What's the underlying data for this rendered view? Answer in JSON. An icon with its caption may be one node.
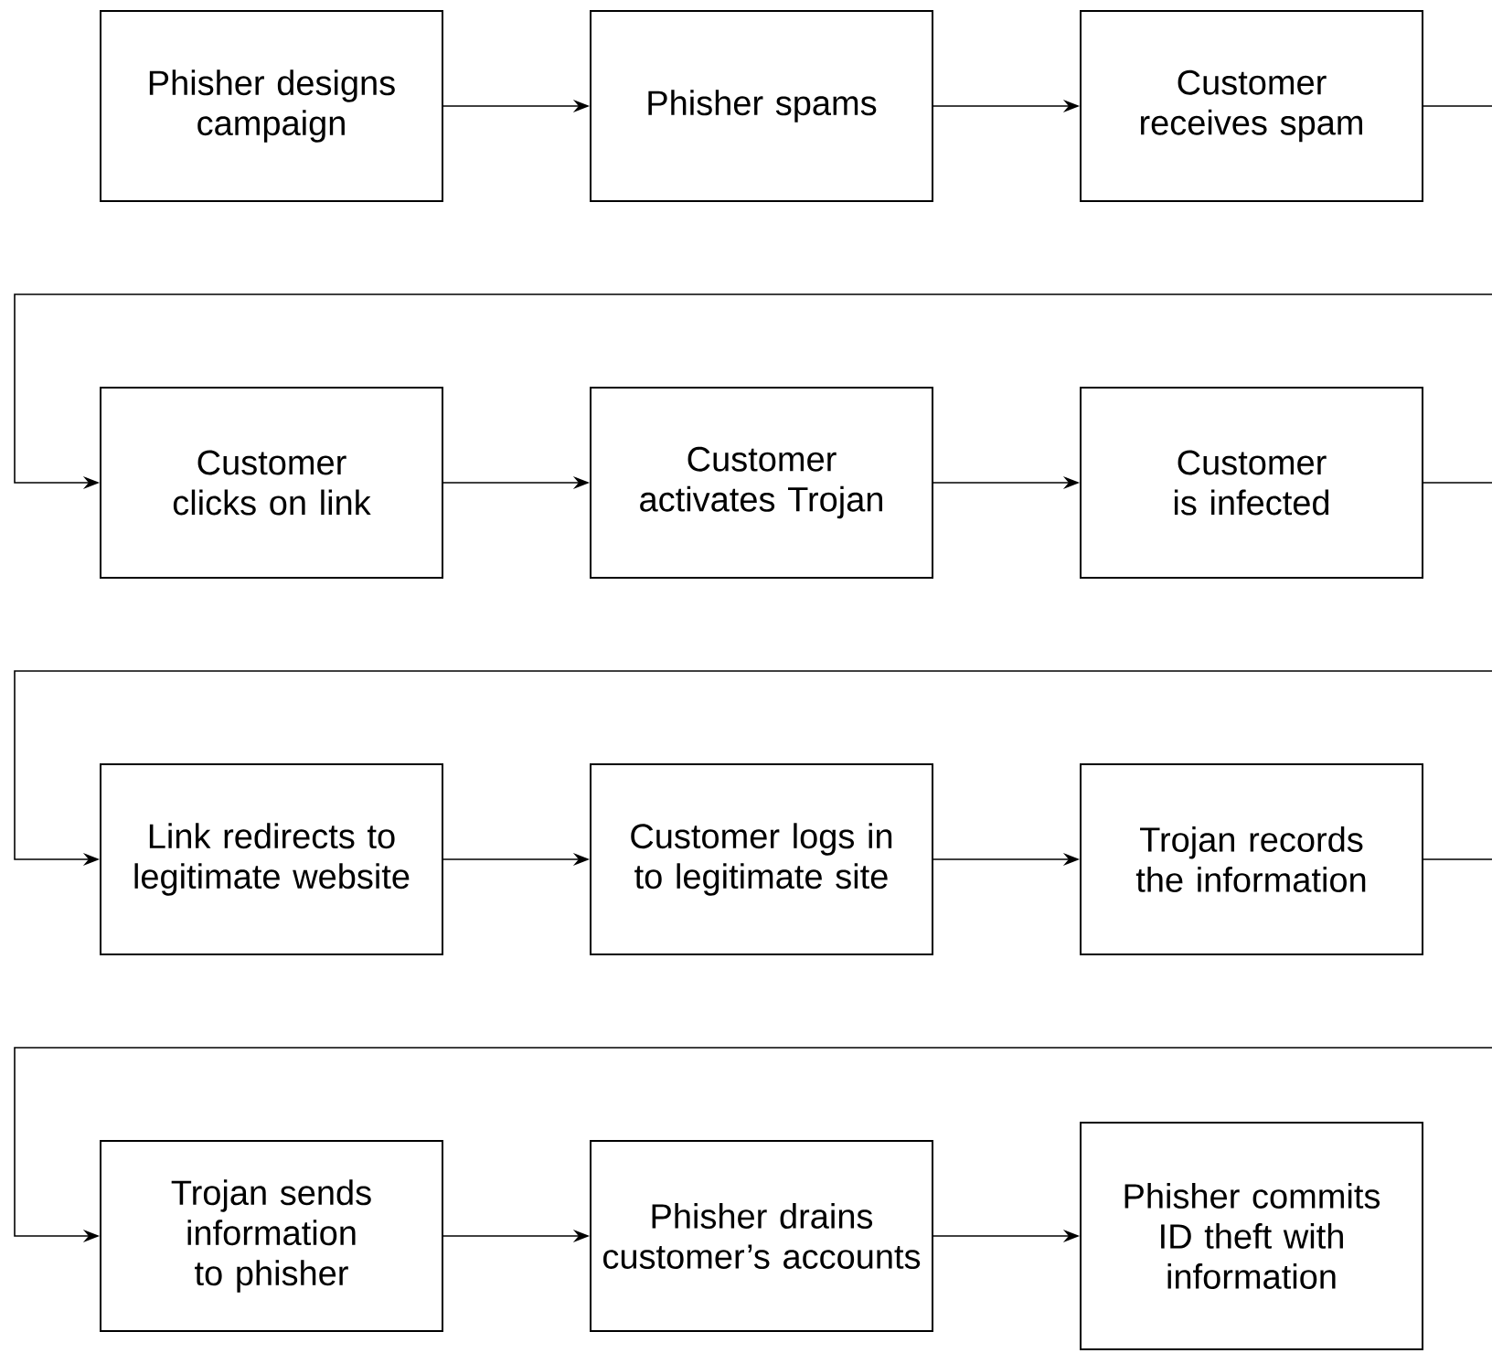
{
  "diagram": {
    "nodes": [
      {
        "text": [
          "Phisher designs campaign"
        ]
      },
      {
        "text": [
          "Phisher spams"
        ]
      },
      {
        "text": [
          "Customer receives spam"
        ]
      },
      {
        "text": [
          "Customer clicks on link"
        ]
      },
      {
        "text": [
          "Customer activates Trojan"
        ]
      },
      {
        "text": [
          "Customer is infected"
        ]
      },
      {
        "text": [
          "Link redirects to legitimate website"
        ]
      },
      {
        "text": [
          "Customer logs in to legitimate site"
        ]
      },
      {
        "text": [
          "Trojan records the information"
        ]
      },
      {
        "text": [
          "Trojan sends information to phisher"
        ]
      },
      {
        "text": [
          "Phisher drains customer’s accounts"
        ]
      },
      {
        "text": [
          "Phisher commits ID theft with information"
        ]
      }
    ],
    "edges": [
      {
        "from": 0,
        "to": 1,
        "arrow": "to"
      },
      {
        "from": 1,
        "to": 2,
        "arrow": "to"
      },
      {
        "from": 2,
        "to": 3,
        "arrow": "to"
      },
      {
        "from": 3,
        "to": 4,
        "arrow": "to"
      },
      {
        "from": 4,
        "to": 5,
        "arrow": "to"
      },
      {
        "from": 5,
        "to": 6,
        "arrow": "to"
      },
      {
        "from": 6,
        "to": 7,
        "arrow": "to"
      },
      {
        "from": 7,
        "to": 8,
        "arrow": "to"
      },
      {
        "from": 8,
        "to": 9,
        "arrow": "to"
      },
      {
        "from": 9,
        "to": 10,
        "arrow": "to"
      },
      {
        "from": 10,
        "to": 11,
        "arrow": "to"
      }
    ]
  }
}
